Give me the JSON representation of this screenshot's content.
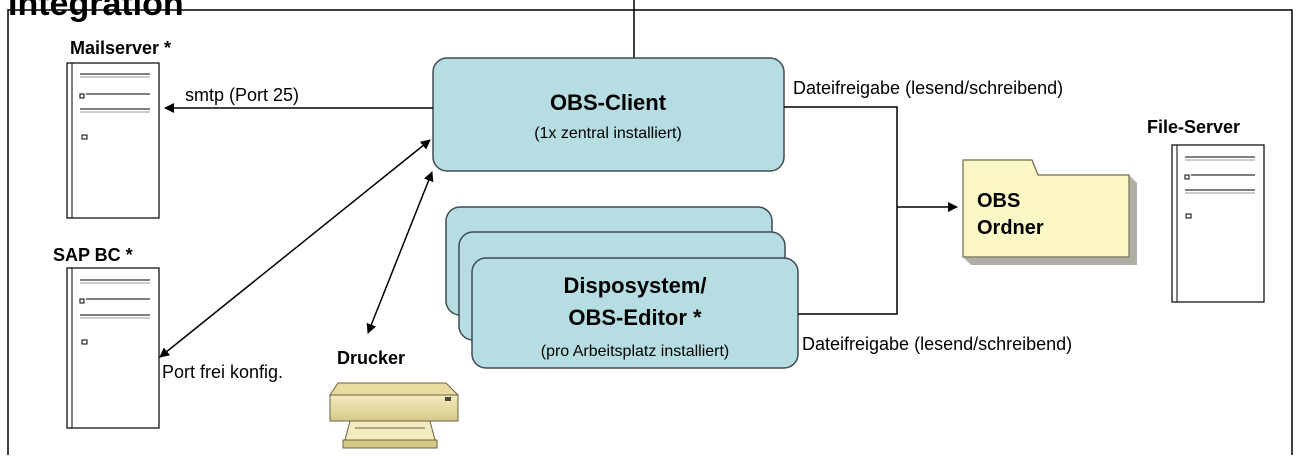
{
  "page_title": "Integration",
  "nodes": {
    "mailserver": {
      "label": "Mailserver *"
    },
    "sapbc": {
      "label": "SAP BC *"
    },
    "fileserver": {
      "label": "File-Server"
    },
    "obs_client": {
      "title": "OBS-Client",
      "subtitle": "(1x zentral installiert)"
    },
    "disposystem": {
      "title_line1": "Disposystem/",
      "title_line2": "OBS-Editor *",
      "subtitle": "(pro Arbeitsplatz installiert)"
    },
    "drucker": {
      "label": "Drucker"
    },
    "obs_ordner": {
      "line1": "OBS",
      "line2": "Ordner"
    }
  },
  "edges": {
    "smtp": "smtp (Port 25)",
    "port_frei": "Port frei konfig.",
    "dateifreigabe_top": "Dateifreigabe (lesend/schreibend)",
    "dateifreigabe_bottom": "Dateifreigabe (lesend/schreibend)"
  },
  "colors": {
    "box_fill": "#b6dde2",
    "box_stroke": "#3c4c52",
    "folder_fill": "#fbf6c6",
    "frame": "#000000"
  }
}
